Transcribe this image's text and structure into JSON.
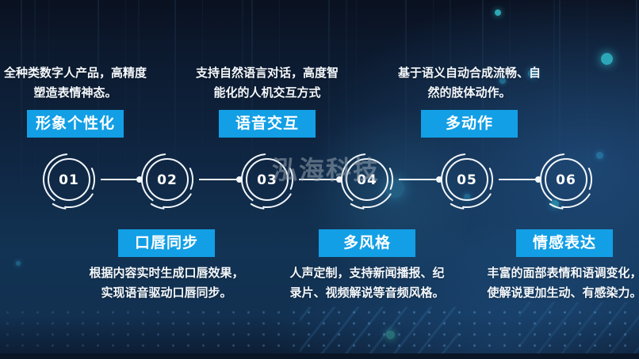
{
  "watermark": "泓海科技",
  "colors": {
    "accent": "#129fe5",
    "background_top": "#0a1120",
    "background_mid": "#113354",
    "text": "#ffffff",
    "watermark_color": "#9eaab6",
    "timeline_stroke": "#f2f6fa"
  },
  "timeline": {
    "nodes": [
      {
        "number": "01",
        "position": "top",
        "label": "形象个性化",
        "description": [
          "全种类数字人产品，高精度",
          "塑造表情神态。"
        ]
      },
      {
        "number": "02",
        "position": "bottom",
        "label": "口唇同步",
        "description": [
          "根据内容实时生成口唇效果，",
          "实现语音驱动口唇同步。"
        ]
      },
      {
        "number": "03",
        "position": "top",
        "label": "语音交互",
        "description": [
          "支持自然语言对话，高度智",
          "能化的人机交互方式"
        ]
      },
      {
        "number": "04",
        "position": "bottom",
        "label": "多风格",
        "description": [
          "人声定制，支持新闻播报、纪",
          "录片、视频解说等音频风格。"
        ]
      },
      {
        "number": "05",
        "position": "top",
        "label": "多动作",
        "description": [
          "基于语义自动合成流畅、自",
          "然的肢体动作。"
        ]
      },
      {
        "number": "06",
        "position": "bottom",
        "label": "情感表达",
        "description": [
          "丰富的面部表情和语调变化，",
          "使解说更加生动、有感染力。"
        ]
      }
    ]
  }
}
